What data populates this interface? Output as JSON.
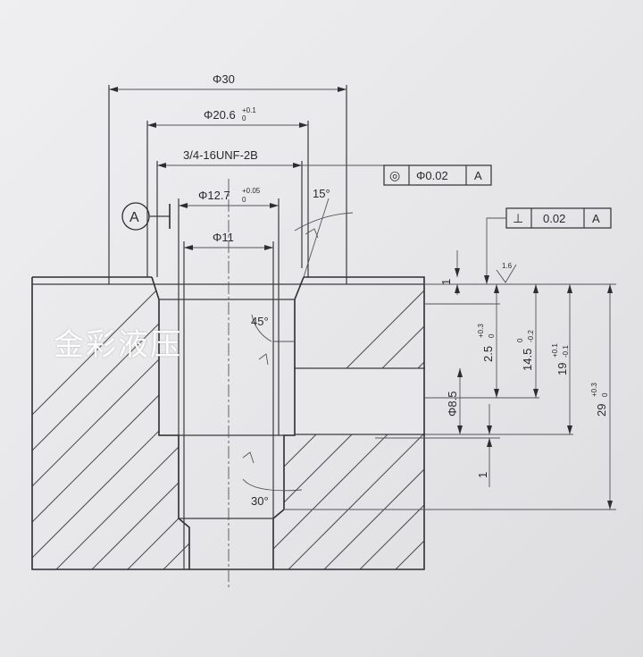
{
  "drawing": {
    "dim_phi30": "Φ30",
    "dim_phi20_6": "Φ20.6",
    "dim_phi20_6_tol": "+0.1",
    "dim_phi20_6_tol_lo": "0",
    "dim_thread": "3/4-16UNF-2B",
    "dim_phi12_7": "Φ12.7",
    "dim_phi12_7_tol": "+0.05",
    "dim_phi12_7_tol_lo": "0",
    "dim_phi11": "Φ11",
    "dim_phi8_5": "Φ8.5",
    "angle_15": "15°",
    "angle_45": "45°",
    "angle_30": "30°",
    "roughness_1_6": "1.6",
    "datum_label": "A",
    "fcf_concentricity_symbol": "◎",
    "fcf_concentricity_value": "Φ0.02",
    "fcf_concentricity_datum": "A",
    "fcf_perp_symbol": "⊥",
    "fcf_perp_value": "0.02",
    "fcf_perp_datum": "A",
    "dim_1_top": "1",
    "dim_2_5": "2.5",
    "dim_2_5_tol": "+0.3",
    "dim_2_5_tol_lo": "0",
    "dim_14_5": "14.5",
    "dim_14_5_tol": "0",
    "dim_14_5_tol_lo": "-0.2",
    "dim_19": "19",
    "dim_19_tol": "+0.1",
    "dim_19_tol_lo": "-0.1",
    "dim_29": "29",
    "dim_29_tol": "+0.3",
    "dim_29_tol_lo": "0",
    "dim_1_bottom": "1",
    "watermark": "金彩液压"
  },
  "colors": {
    "paper": "#e9e9ea",
    "ink": "#2e2e32",
    "watermark": "#ffffff"
  }
}
